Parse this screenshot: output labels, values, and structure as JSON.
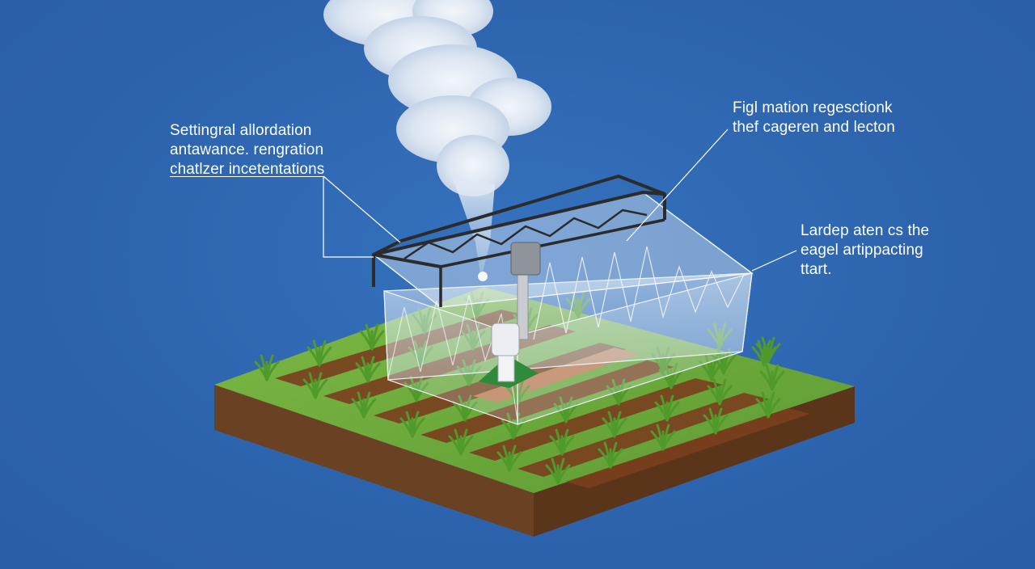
{
  "callouts": {
    "left": {
      "line1": "Settingral allordation",
      "line2": "antawance. rengration",
      "line3": "chatlzer incetentations"
    },
    "top_right": {
      "line1": "Figl mation regesctionk",
      "line2": "thef cageren and lecton"
    },
    "right": {
      "line1": "Lardep aten cs the",
      "line2": "eagel artippacting",
      "line3": "ttart."
    }
  },
  "colors": {
    "background": "#2f66b0",
    "grass": "#6fae3c",
    "soil": "#7a3f1e",
    "base_side": "#6b4123",
    "frame": "#2b2b2b",
    "smoke": "#e6edf6",
    "label": "#ffffff"
  }
}
